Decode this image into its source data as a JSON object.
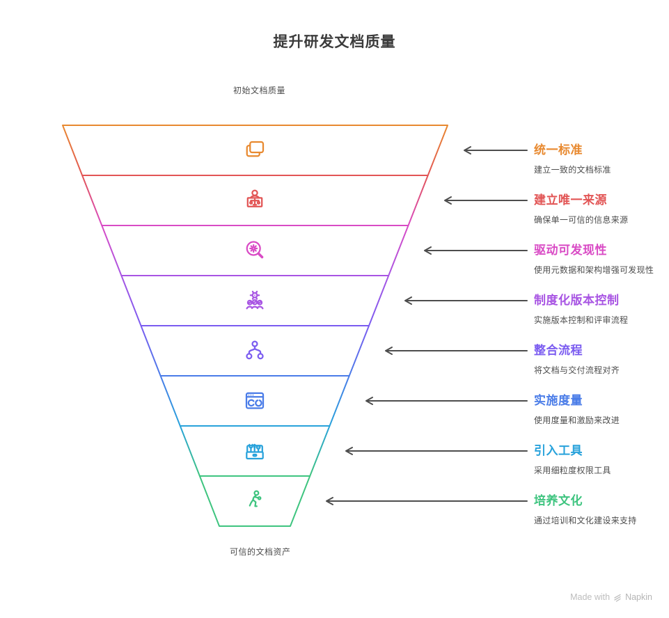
{
  "title": "提升研发文档质量",
  "funnel": {
    "top_label": "初始文档质量",
    "bottom_label": "可信的文档资产"
  },
  "levels": [
    {
      "label": "统一标准",
      "description": "建立一致的文档标准",
      "color": "#E8892F",
      "icon": "copy-documents-icon"
    },
    {
      "label": "建立唯一来源",
      "description": "确保单一可信的信息来源",
      "color": "#E25555",
      "icon": "person-scales-icon"
    },
    {
      "label": "驱动可发现性",
      "description": "使用元数据和架构增强可发现性",
      "color": "#D94BC5",
      "icon": "search-gear-icon"
    },
    {
      "label": "制度化版本控制",
      "description": "实施版本控制和评审流程",
      "color": "#A855E3",
      "icon": "gear-team-icon"
    },
    {
      "label": "整合流程",
      "description": "将文档与交付流程对齐",
      "color": "#7B5CF0",
      "icon": "hierarchy-icon"
    },
    {
      "label": "实施度量",
      "description": "使用度量和激励来改进",
      "color": "#4A7CE8",
      "icon": "dashboard-gauges-icon"
    },
    {
      "label": "引入工具",
      "description": "采用细粒度权限工具",
      "color": "#28A2DB",
      "icon": "toolbox-icon"
    },
    {
      "label": "培养文化",
      "description": "通过培训和文化建设来支持",
      "color": "#3EC47F",
      "icon": "active-person-icon"
    }
  ],
  "watermark": {
    "text": "Made with",
    "brand": "Napkin"
  }
}
